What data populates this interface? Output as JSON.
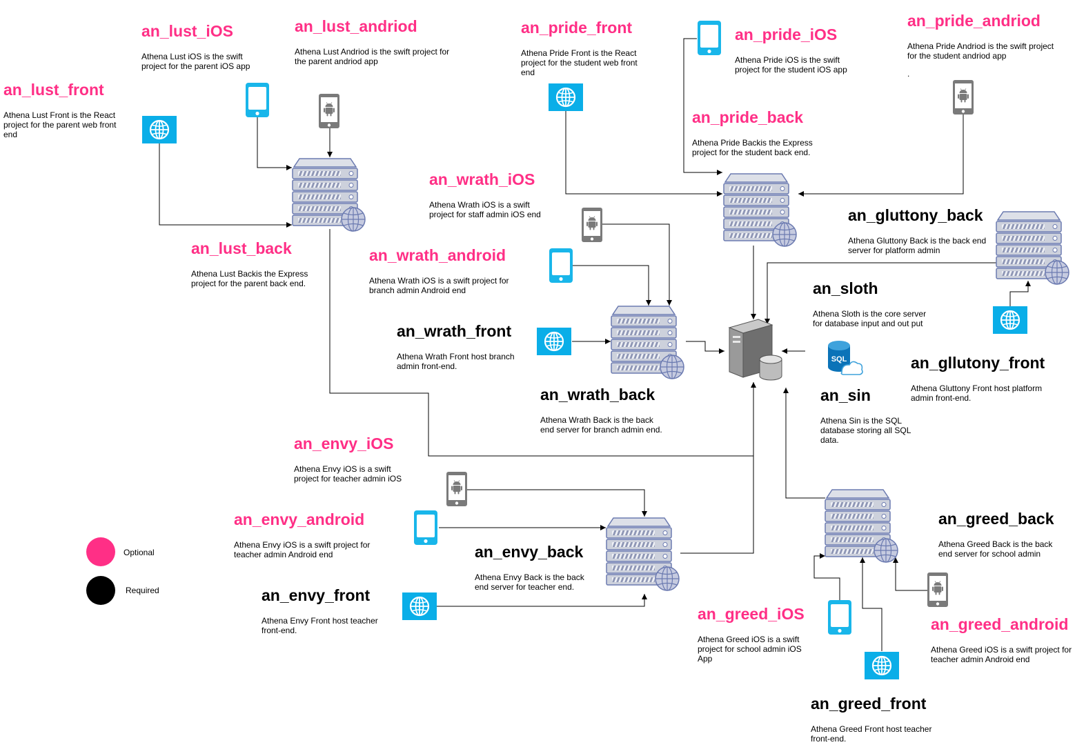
{
  "colors": {
    "optional": "#ff2f86",
    "required": "#000000",
    "web_icon_bg": "#0aaee8",
    "phone_ios": "#19b6ea",
    "phone_android": "#7a7a7a",
    "server_body": "#c8cdd8",
    "server_stroke": "#6b7ab0"
  },
  "legend": {
    "optional_label": "Optional",
    "required_label": "Required"
  },
  "components": {
    "lust_ios": {
      "title": "an_lust_iOS",
      "kind": "optional",
      "icon": "phone-ios-icon",
      "desc": [
        "Athena Lust iOS is the swift",
        "project for the parent iOS app"
      ]
    },
    "lust_android": {
      "title": "an_lust_andriod",
      "kind": "optional",
      "icon": "phone-android-icon",
      "desc": [
        "Athena Lust Andriod is the swift project for",
        "the parent andriod app"
      ]
    },
    "lust_front": {
      "title": "an_lust_front",
      "kind": "optional",
      "icon": "globe-icon",
      "desc": [
        "Athena Lust Front is the React",
        "project for the parent web front",
        "end"
      ]
    },
    "lust_back": {
      "title": "an_lust_back",
      "kind": "optional",
      "icon": "server-icon",
      "desc": [
        "Athena Lust Backis the Express",
        "project for the parent back end."
      ]
    },
    "pride_front": {
      "title": "an_pride_front",
      "kind": "optional",
      "icon": "globe-icon",
      "desc": [
        "Athena Pride Front is the React",
        "project for the student web front",
        "end"
      ]
    },
    "pride_ios": {
      "title": "an_pride_iOS",
      "kind": "optional",
      "icon": "phone-ios-icon",
      "desc": [
        "Athena Pride iOS is the swift",
        "project for the student iOS app"
      ]
    },
    "pride_android": {
      "title": "an_pride_andriod",
      "kind": "optional",
      "icon": "phone-android-icon",
      "desc": [
        "Athena Pride Andriod is the swift project",
        "for the student andriod app",
        "."
      ]
    },
    "pride_back": {
      "title": "an_pride_back",
      "kind": "optional",
      "icon": "server-icon",
      "desc": [
        "Athena Pride Backis the Express",
        "project for the student back end."
      ]
    },
    "wrath_ios": {
      "title": "an_wrath_iOS",
      "kind": "optional",
      "icon": "phone-android-icon",
      "desc": [
        "Athena Wrath iOS is a swift",
        "project for staff admin iOS end"
      ]
    },
    "wrath_android": {
      "title": "an_wrath_android",
      "kind": "optional",
      "icon": "phone-ios-icon",
      "desc": [
        "Athena Wrath iOS is a swift project for",
        "branch admin Android end"
      ]
    },
    "wrath_front": {
      "title": "an_wrath_front",
      "kind": "required",
      "icon": "globe-icon",
      "desc": [
        "Athena Wrath Front  host branch",
        "admin front-end."
      ]
    },
    "wrath_back": {
      "title": "an_wrath_back",
      "kind": "required",
      "icon": "server-icon",
      "desc": [
        "Athena Wrath Back is the back",
        "end server for branch admin end."
      ]
    },
    "gluttony_back": {
      "title": "an_gluttony_back",
      "kind": "required",
      "icon": "server-icon",
      "desc": [
        "Athena Gluttony Back is the back end",
        "server for platform admin"
      ]
    },
    "gluttony_front": {
      "title": "an_gllutony_front",
      "kind": "required",
      "icon": "globe-icon",
      "desc": [
        "Athena Gluttony Front  host platform",
        "admin front-end."
      ]
    },
    "sloth": {
      "title": "an_sloth",
      "kind": "required",
      "icon": "core-server-icon",
      "desc": [
        "Athena Sloth is the core server",
        "for database input and out put"
      ]
    },
    "sin": {
      "title": "an_sin",
      "kind": "required",
      "icon": "sql-database-icon",
      "icon_label": "SQL",
      "desc": [
        "Athena Sin is the SQL",
        "database storing all SQL",
        "data."
      ]
    },
    "envy_ios": {
      "title": "an_envy_iOS",
      "kind": "optional",
      "icon": "phone-android-icon",
      "desc": [
        "Athena Envy iOS is a swift",
        "project for teacher admin iOS"
      ]
    },
    "envy_android": {
      "title": "an_envy_android",
      "kind": "optional",
      "icon": "phone-ios-icon",
      "desc": [
        "Athena Envy iOS is a swift project for",
        "teacher admin Android end"
      ]
    },
    "envy_front": {
      "title": "an_envy_front",
      "kind": "required",
      "icon": "globe-icon",
      "desc": [
        "Athena Envy Front  host teacher",
        "front-end."
      ]
    },
    "envy_back": {
      "title": "an_envy_back",
      "kind": "required",
      "icon": "server-icon",
      "desc": [
        "Athena Envy Back is the back",
        "end server for teacher end."
      ]
    },
    "greed_back": {
      "title": "an_greed_back",
      "kind": "required",
      "icon": "server-icon",
      "desc": [
        "Athena Greed Back is the back",
        "end server for school admin"
      ]
    },
    "greed_ios": {
      "title": "an_greed_iOS",
      "kind": "optional",
      "icon": "phone-ios-icon",
      "desc": [
        "Athena Greed iOS is a swift",
        "project for school admin iOS",
        "App"
      ]
    },
    "greed_android": {
      "title": "an_greed_android",
      "kind": "optional",
      "icon": "phone-android-icon",
      "desc": [
        "Athena Greed iOS is a swift project for",
        "teacher admin Android end"
      ]
    },
    "greed_front": {
      "title": "an_greed_front",
      "kind": "required",
      "icon": "globe-icon",
      "desc": [
        "Athena Greed Front  host teacher",
        "front-end."
      ]
    }
  },
  "connections": [
    [
      "lust_ios",
      "lust_back"
    ],
    [
      "lust_android",
      "lust_back"
    ],
    [
      "lust_front",
      "lust_back"
    ],
    [
      "lust_back",
      "sloth"
    ],
    [
      "pride_front",
      "pride_back"
    ],
    [
      "pride_ios",
      "pride_back"
    ],
    [
      "pride_android",
      "pride_back"
    ],
    [
      "pride_back",
      "sloth"
    ],
    [
      "wrath_ios",
      "wrath_back"
    ],
    [
      "wrath_android",
      "wrath_back"
    ],
    [
      "wrath_front",
      "wrath_back"
    ],
    [
      "wrath_back",
      "sloth"
    ],
    [
      "gluttony_back",
      "sloth"
    ],
    [
      "gluttony_front",
      "gluttony_back"
    ],
    [
      "sin",
      "sloth"
    ],
    [
      "envy_ios",
      "envy_back"
    ],
    [
      "envy_android",
      "envy_back"
    ],
    [
      "envy_front",
      "envy_back"
    ],
    [
      "envy_back",
      "sloth"
    ],
    [
      "greed_back",
      "sloth"
    ],
    [
      "greed_ios",
      "greed_back"
    ],
    [
      "greed_front",
      "greed_back"
    ],
    [
      "greed_android",
      "greed_back"
    ]
  ]
}
